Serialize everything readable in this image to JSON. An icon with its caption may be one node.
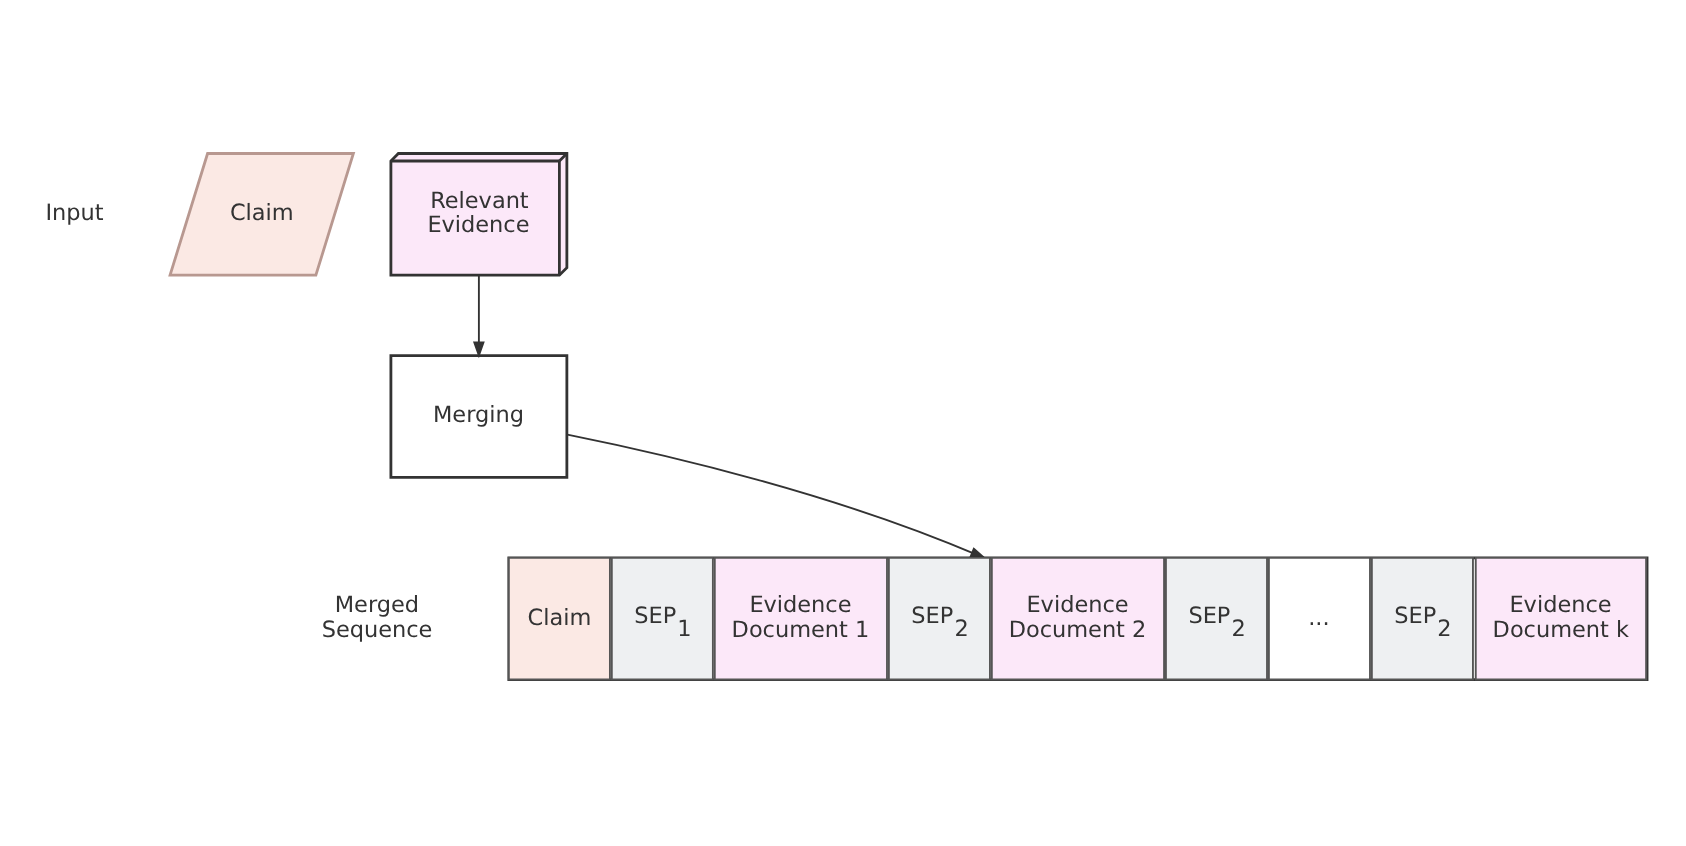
{
  "diagram": {
    "nodes": [
      {
        "text": [
          "Claim"
        ]
      },
      {
        "text": [
          "Relevant Evidence"
        ]
      },
      {
        "text": [
          "Merging"
        ]
      },
      {
        "text": [],
        "shape": "bar"
      },
      {
        "text": [
          "Claim"
        ],
        "in": 3
      },
      {
        "text": [
          "SEP$_{1}$"
        ],
        "in": 3
      },
      {
        "text": [
          "Evidence Document 1"
        ],
        "in": 3
      },
      {
        "text": [
          "SEP$_{2}$"
        ],
        "in": 3
      },
      {
        "text": [
          "Evidence Document 2"
        ],
        "in": 3
      },
      {
        "text": [
          "SEP$_{2}$"
        ],
        "in": 3
      },
      {
        "text": [
          "..."
        ],
        "in": 3
      },
      {
        "text": [
          "SEP$_{2}$"
        ],
        "in": 3
      },
      {
        "text": [
          "Evidence Document k"
        ],
        "in": 3
      }
    ],
    "edges": [
      {
        "from": 1,
        "to": 2,
        "arrow": "to"
      },
      {
        "from": 2,
        "to": 3,
        "arrow": "to"
      }
    ],
    "labels": [
      "Input",
      "Merged Sequence"
    ]
  }
}
